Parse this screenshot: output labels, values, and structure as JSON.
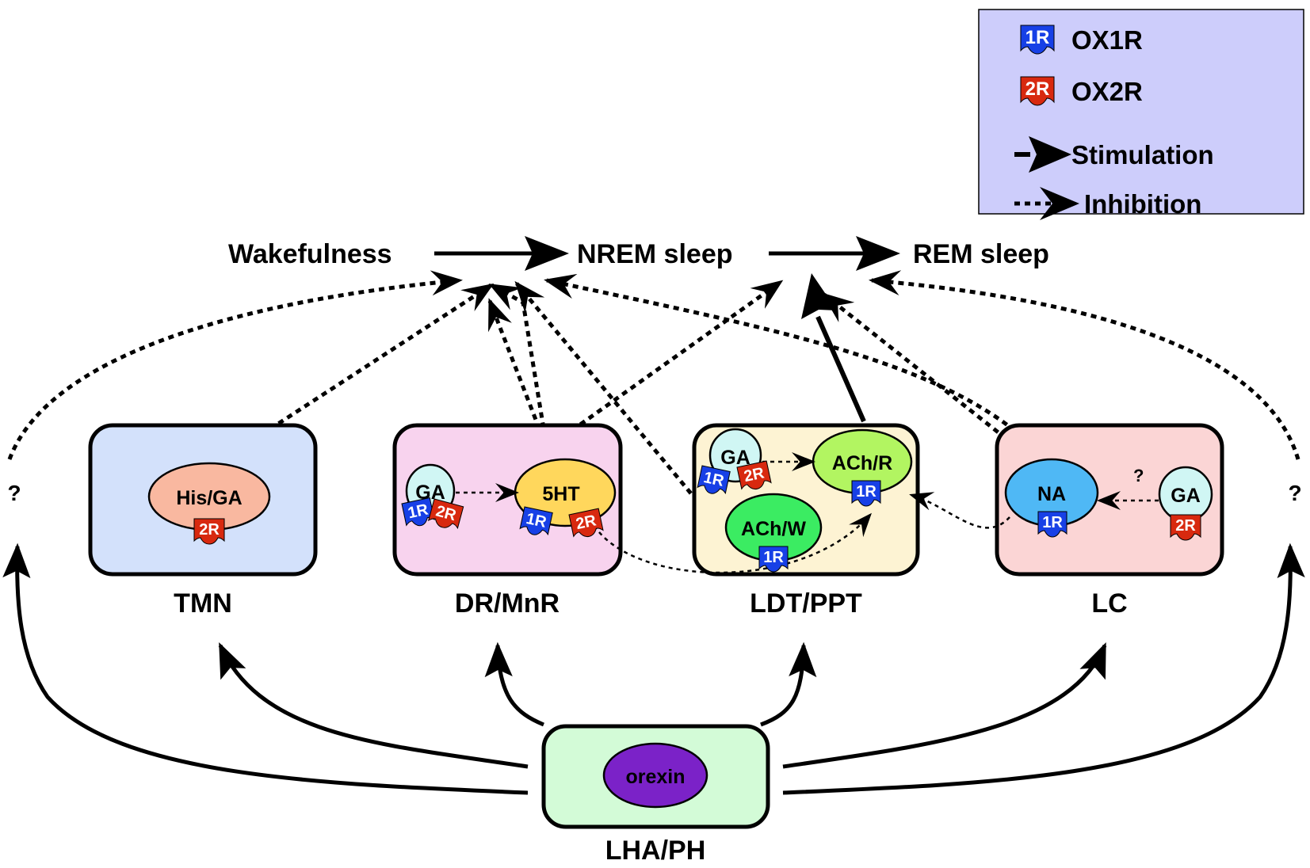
{
  "states": {
    "wake": "Wakefulness",
    "nrem": "NREM sleep",
    "rem": "REM sleep"
  },
  "regions": {
    "tmn": "TMN",
    "drmnr": "DR/MnR",
    "ldtppt": "LDT/PPT",
    "lc": "LC",
    "lhaph": "LHA/PH"
  },
  "neurons": {
    "his_ga": "His/GA",
    "ga": "GA",
    "five_ht": "5HT",
    "ach_r": "ACh/R",
    "ach_w": "ACh/W",
    "na": "NA",
    "orexin": "orexin"
  },
  "receptors": {
    "r1": "1R",
    "r2": "2R"
  },
  "unknown": "?",
  "legend": {
    "ox1r": "OX1R",
    "ox2r": "OX2R",
    "stimulation": "Stimulation",
    "inhibition": "Inhibition"
  },
  "colors": {
    "ox1r": "#1740e6",
    "ox2r": "#d8290f",
    "tmn_box": "#d3e1fb",
    "dr_box": "#f8d3ee",
    "ldt_box": "#fdf3d3",
    "lc_box": "#fbd5d5",
    "lha_box": "#d3fbd7",
    "legend_box": "#cdcdfb",
    "his_ga": "#f9b8a0",
    "ga": "#d0f6f4",
    "five_ht": "#ffd75c",
    "ach_r": "#b2f561",
    "ach_w": "#3bec62",
    "na": "#4fb8f5",
    "orexin": "#7b22c8"
  }
}
